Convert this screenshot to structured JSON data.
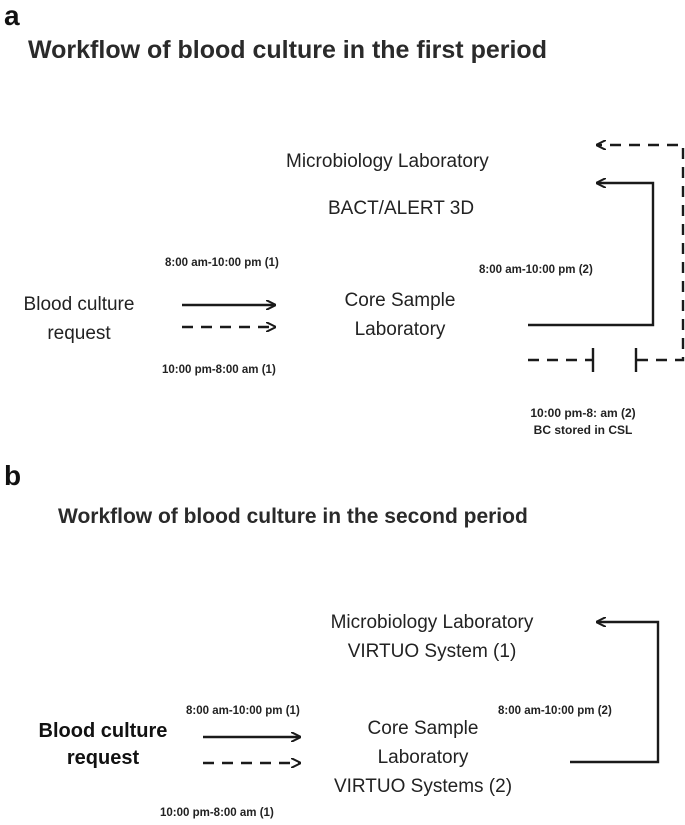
{
  "panel_a": {
    "label": "a",
    "title": "Workflow of blood culture in the first period",
    "micro_lab": "Microbiology Laboratory",
    "bact_alert": "BACT/ALERT  3D",
    "request_line1": "Blood culture",
    "request_line2": "request",
    "csl_line1": "Core Sample",
    "csl_line2": "Laboratory",
    "time_day_1": "8:00 am-10:00 pm (1)",
    "time_night_1": "10:00 pm-8:00 am (1)",
    "time_day_2": "8:00 am-10:00 pm (2)",
    "time_night_2": "10:00 pm-8: am (2)",
    "stored_note": "BC stored in CSL"
  },
  "panel_b": {
    "label": "b",
    "title": "Workflow of blood culture in the second period",
    "micro_line1": "Microbiology Laboratory",
    "micro_line2": "VIRTUO System (1)",
    "request_line1": "Blood culture",
    "request_line2": "request",
    "csl_line1": "Core Sample",
    "csl_line2": "Laboratory",
    "csl_line3": "VIRTUO Systems (2)",
    "time_day_1": "8:00 am-10:00 pm (1)",
    "time_night_1": "10:00 pm-8:00 am (1)",
    "time_day_2": "8:00 am-10:00 pm (2)"
  },
  "colors": {
    "ink": "#1a1a1a",
    "background": "#ffffff"
  }
}
